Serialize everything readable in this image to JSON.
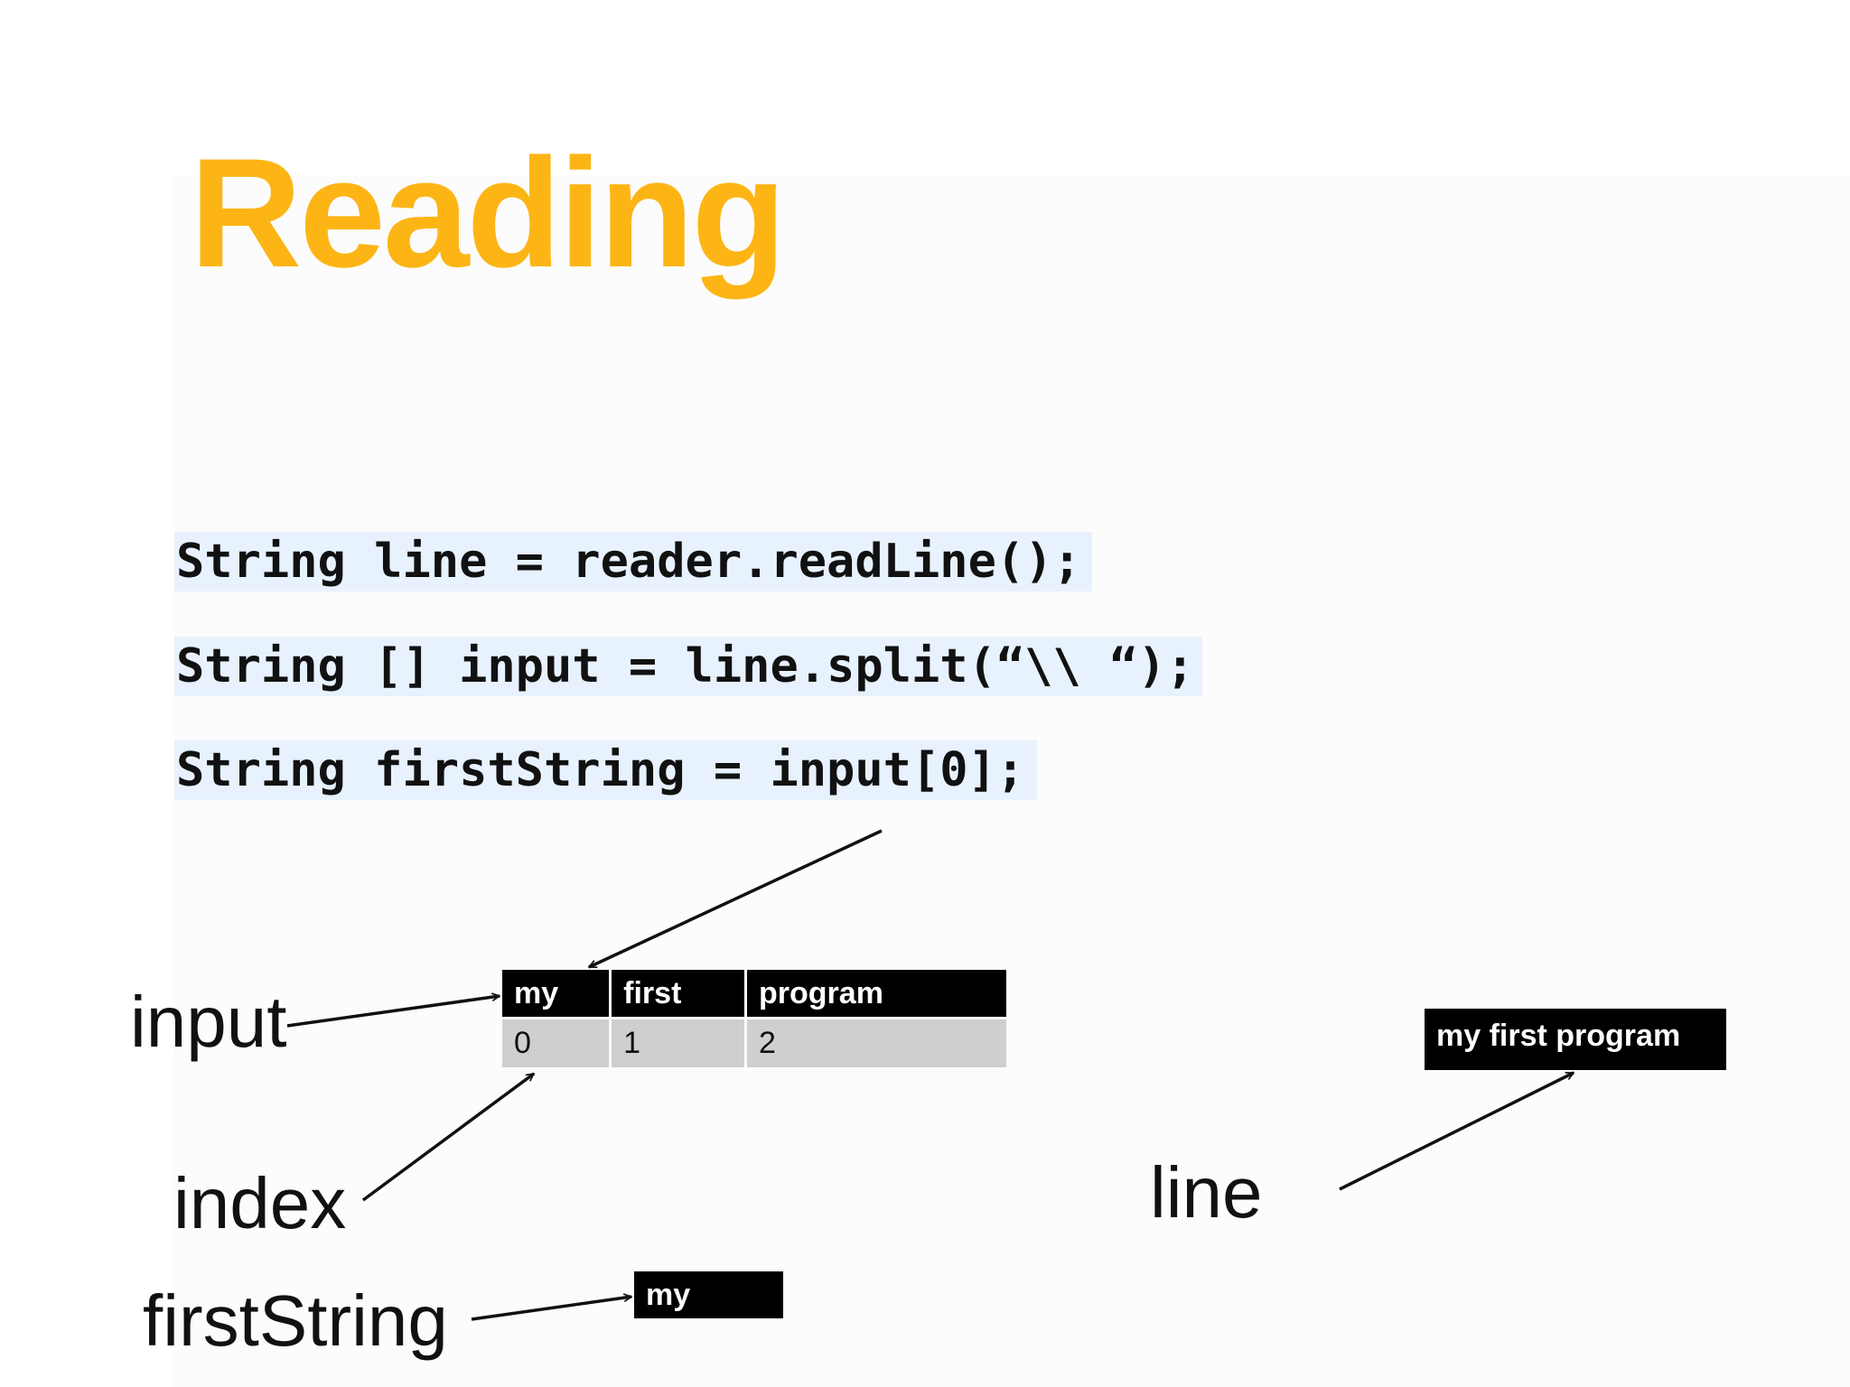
{
  "slide": {
    "title": "Reading",
    "title_color": "#FDB515"
  },
  "code": {
    "line1": "String line = reader.readLine();",
    "line2": "String [] input = line.split(“\\\\ “);",
    "line3": "String firstString = input[0];"
  },
  "diagram": {
    "labels": {
      "input": "input",
      "index": "index",
      "first_string": "firstString",
      "line": "line"
    },
    "array": {
      "values": [
        "my",
        "first",
        "program"
      ],
      "indices": [
        "0",
        "1",
        "2"
      ]
    },
    "first_string_value": "my",
    "line_value": "my first program"
  },
  "colors": {
    "code_highlight": "#e8f2fe",
    "array_header": "#000000",
    "array_index": "#d0cece"
  }
}
